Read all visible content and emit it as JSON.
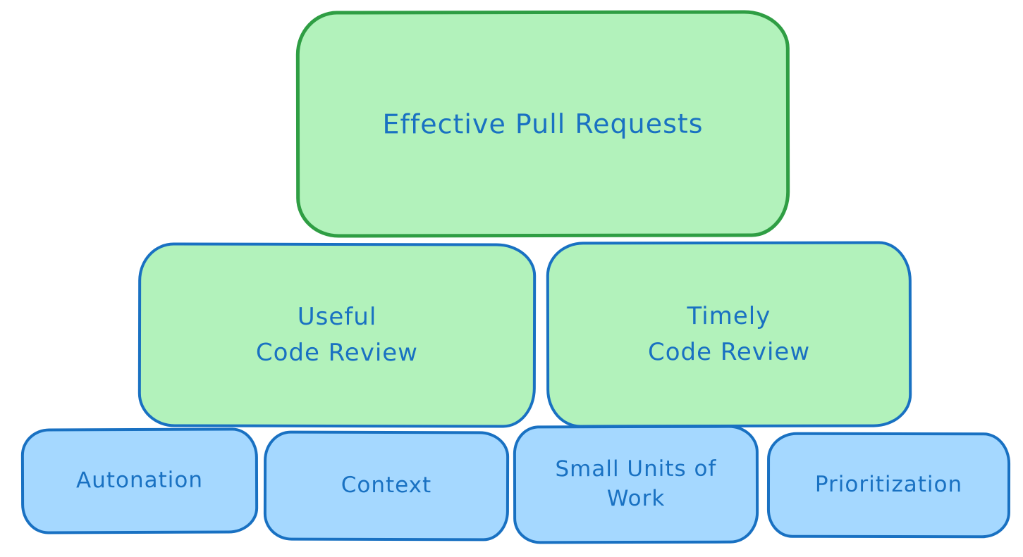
{
  "colors": {
    "background": "#ffffff",
    "green_fill": "#b2f2bb",
    "green_stroke": "#2f9e44",
    "blue_fill": "#a5d8ff",
    "blue_stroke": "#1971c2",
    "text_color": "#1971c2"
  },
  "pyramid": {
    "top": {
      "label": "Effective Pull Requests"
    },
    "middle": [
      {
        "label": "Useful\nCode Review"
      },
      {
        "label": "Timely\nCode Review"
      }
    ],
    "bottom": [
      {
        "label": "Autonation"
      },
      {
        "label": "Context"
      },
      {
        "label": "Small Units of\nWork"
      },
      {
        "label": "Prioritization"
      }
    ]
  }
}
